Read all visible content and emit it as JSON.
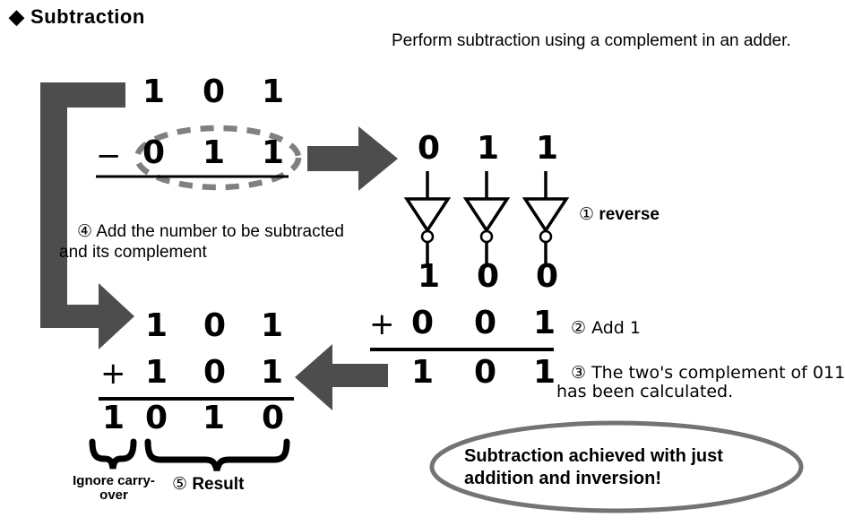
{
  "header": {
    "diamond_icon": "◆",
    "title": "Subtraction",
    "subtitle": "Perform subtraction using a complement in an adder."
  },
  "colors": {
    "arrow": "#4d4d4d",
    "dashed_ellipse": "#808080",
    "callout_ellipse": "#737373",
    "ink": "#000000"
  },
  "top_subtraction": {
    "minuend": [
      "1",
      "0",
      "1"
    ],
    "operator": "−",
    "subtrahend": [
      "0",
      "1",
      "1"
    ]
  },
  "inverter": {
    "inputs": [
      "0",
      "1",
      "1"
    ],
    "outputs": [
      "1",
      "0",
      "0"
    ],
    "step1_label": "①",
    "step1_text": "reverse"
  },
  "add_one": {
    "operator": "+",
    "addend": [
      "0",
      "0",
      "1"
    ],
    "result": [
      "1",
      "0",
      "1"
    ],
    "step2_text": "② Add 1",
    "step3_text": "③ The two's complement of 011 has been calculated."
  },
  "final_addition": {
    "step4_text": "④ Add the number to be subtracted and its complement",
    "augend": [
      "1",
      "0",
      "1"
    ],
    "operator": "+",
    "addend": [
      "1",
      "0",
      "1"
    ],
    "result": [
      "1",
      "0",
      "1",
      "0"
    ],
    "carry_note": "Ignore carry-over",
    "step5_label": "⑤",
    "step5_text": "Result"
  },
  "callout": {
    "text": "Subtraction achieved with just addition and inversion!"
  }
}
